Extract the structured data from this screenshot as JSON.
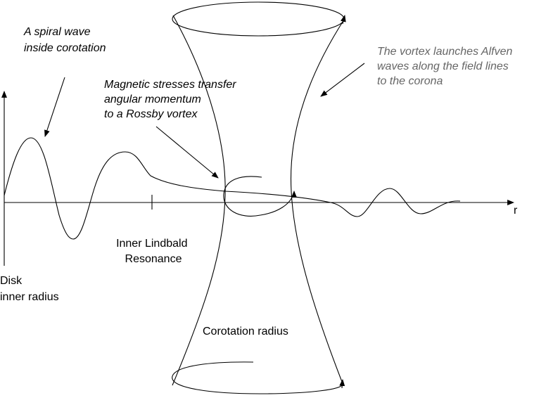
{
  "labels": {
    "spiral_wave": [
      "A spiral wave",
      "inside corotation"
    ],
    "magnetic": [
      "Magnetic stresses transfer",
      "angular momentum",
      "to a Rossby vortex"
    ],
    "vortex": [
      "The vortex launches Alfven",
      "waves along the field lines",
      "to the corona"
    ],
    "axis_r": "r",
    "lindblad": [
      "Inner Lindbald",
      "Resonance"
    ],
    "disk": [
      "Disk",
      "inner radius"
    ],
    "corotation": "Corotation radius"
  },
  "colors": {
    "ink": "#000000",
    "annotation_grey": "#666666"
  }
}
